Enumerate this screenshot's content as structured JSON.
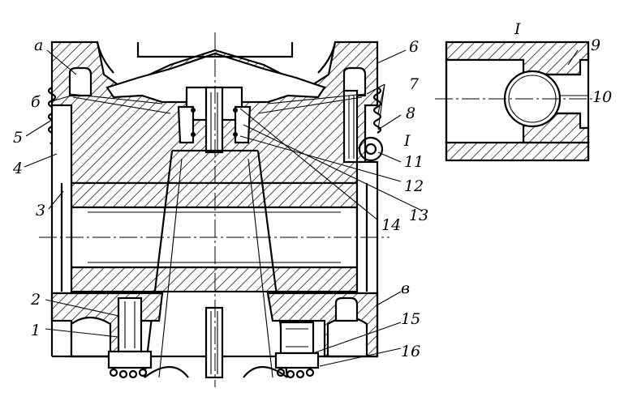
{
  "labels": {
    "a": "a",
    "b": "б",
    "v": "в",
    "n1": "1",
    "n2": "2",
    "n3": "3",
    "n4": "4",
    "n5": "5",
    "n6": "6",
    "n7": "7",
    "n8": "8",
    "n9": "9",
    "n10": "10",
    "n11": "11",
    "n12": "12",
    "n13": "13",
    "n14": "14",
    "n15": "15",
    "n16": "16",
    "detail_main": "I",
    "detail_view": "I"
  }
}
